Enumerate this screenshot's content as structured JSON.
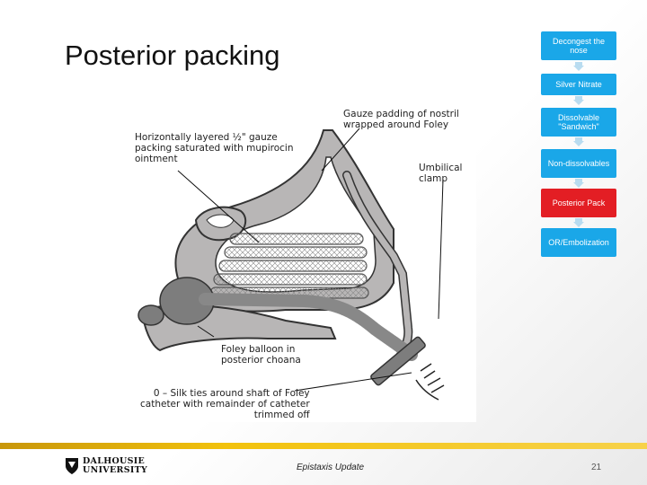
{
  "slide": {
    "title": "Posterior packing",
    "footer_text": "Epistaxis Update",
    "page_number": "21"
  },
  "logo": {
    "line1": "DALHOUSIE",
    "line2": "UNIVERSITY"
  },
  "figure": {
    "labels": {
      "gauze_nostril": "Gauze padding of nostril\nwrapped around Foley",
      "horizontal_gauze": "Horizontally layered ½\" gauze\npacking saturated with mupirocin\nointment",
      "umbilical_clamp": "Umbilical\nclamp",
      "foley_balloon": "Foley balloon in\nposterior choana",
      "silk_ties": "0 – Silk ties around shaft of Foley\ncatheter with remainder of catheter\ntrimmed off"
    }
  },
  "flow": {
    "steps": [
      {
        "label": "Decongest the\nnose",
        "active": false
      },
      {
        "label": "Silver Nitrate",
        "active": false
      },
      {
        "label": "Dissolvable\n\"Sandwich\"",
        "active": false
      },
      {
        "label": "Non-dissolvables",
        "active": false
      },
      {
        "label": "Posterior Pack",
        "active": true
      },
      {
        "label": "OR/Embolization",
        "active": false
      }
    ],
    "colors": {
      "normal": "#1aa7e8",
      "active": "#e31e24"
    }
  }
}
